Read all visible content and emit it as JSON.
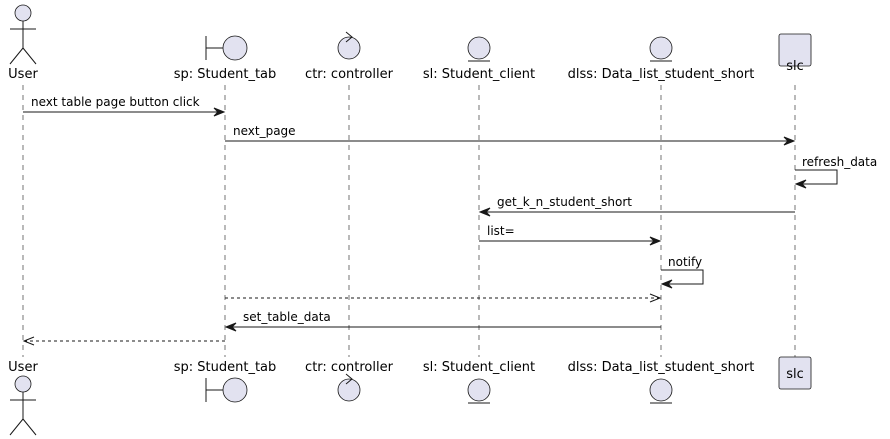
{
  "participants": [
    {
      "id": "user",
      "name": "User",
      "kind": "actor"
    },
    {
      "id": "sp",
      "name": "sp: Student_tab",
      "kind": "boundary"
    },
    {
      "id": "ctr",
      "name": "ctr: controller",
      "kind": "control"
    },
    {
      "id": "sl",
      "name": "sl: Student_client",
      "kind": "entity"
    },
    {
      "id": "dlss",
      "name": "dlss: Data_list_student_short",
      "kind": "entity"
    },
    {
      "id": "slc",
      "name": "slc",
      "kind": "participant"
    }
  ],
  "messages": [
    {
      "from": "user",
      "to": "sp",
      "label": "next table page button click",
      "style": "solid"
    },
    {
      "from": "sp",
      "to": "slc",
      "label": "next_page",
      "style": "solid"
    },
    {
      "from": "slc",
      "to": "slc",
      "label": "refresh_data",
      "style": "solid"
    },
    {
      "from": "slc",
      "to": "sl",
      "label": "get_k_n_student_short",
      "style": "solid"
    },
    {
      "from": "sl",
      "to": "dlss",
      "label": "list=",
      "style": "solid"
    },
    {
      "from": "dlss",
      "to": "dlss",
      "label": "notify",
      "style": "solid"
    },
    {
      "from": "sp",
      "to": "dlss",
      "label": "",
      "style": "dashed"
    },
    {
      "from": "dlss",
      "to": "sp",
      "label": "set_table_data",
      "style": "solid"
    },
    {
      "from": "sp",
      "to": "user",
      "label": "",
      "style": "dashed"
    }
  ],
  "colors": {
    "fill": "#E2E2F0",
    "stroke": "#181818"
  }
}
